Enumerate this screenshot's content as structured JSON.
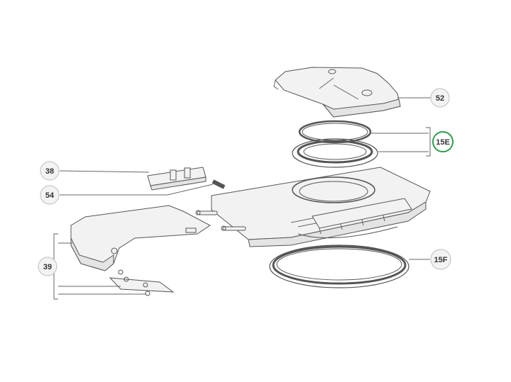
{
  "callouts": [
    {
      "id": "c52",
      "label": "52"
    },
    {
      "id": "c15E",
      "label": "15E",
      "highlighted": true
    },
    {
      "id": "c38",
      "label": "38"
    },
    {
      "id": "c54",
      "label": "54"
    },
    {
      "id": "c15F",
      "label": "15F"
    },
    {
      "id": "c39",
      "label": "39"
    }
  ],
  "colors": {
    "highlight": "#2e9d4a",
    "bubble_fill": "#f3f3f3",
    "line": "#555555"
  }
}
